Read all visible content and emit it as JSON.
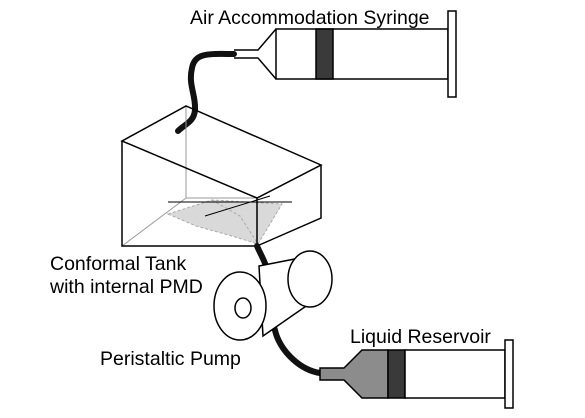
{
  "labels": {
    "air_syringe": "Air Accommodation Syringe",
    "tank_line1": "Conformal Tank",
    "tank_line2": "with internal PMD",
    "pump": "Peristaltic Pump",
    "reservoir": "Liquid Reservoir"
  },
  "colors": {
    "line": "#000000",
    "tubing": "#111111",
    "plunger_seal": "#3a3a3a",
    "liquid": "#8c8c8c",
    "pmd_fill": "#d9d9d9",
    "hidden_edges": "#999999"
  }
}
